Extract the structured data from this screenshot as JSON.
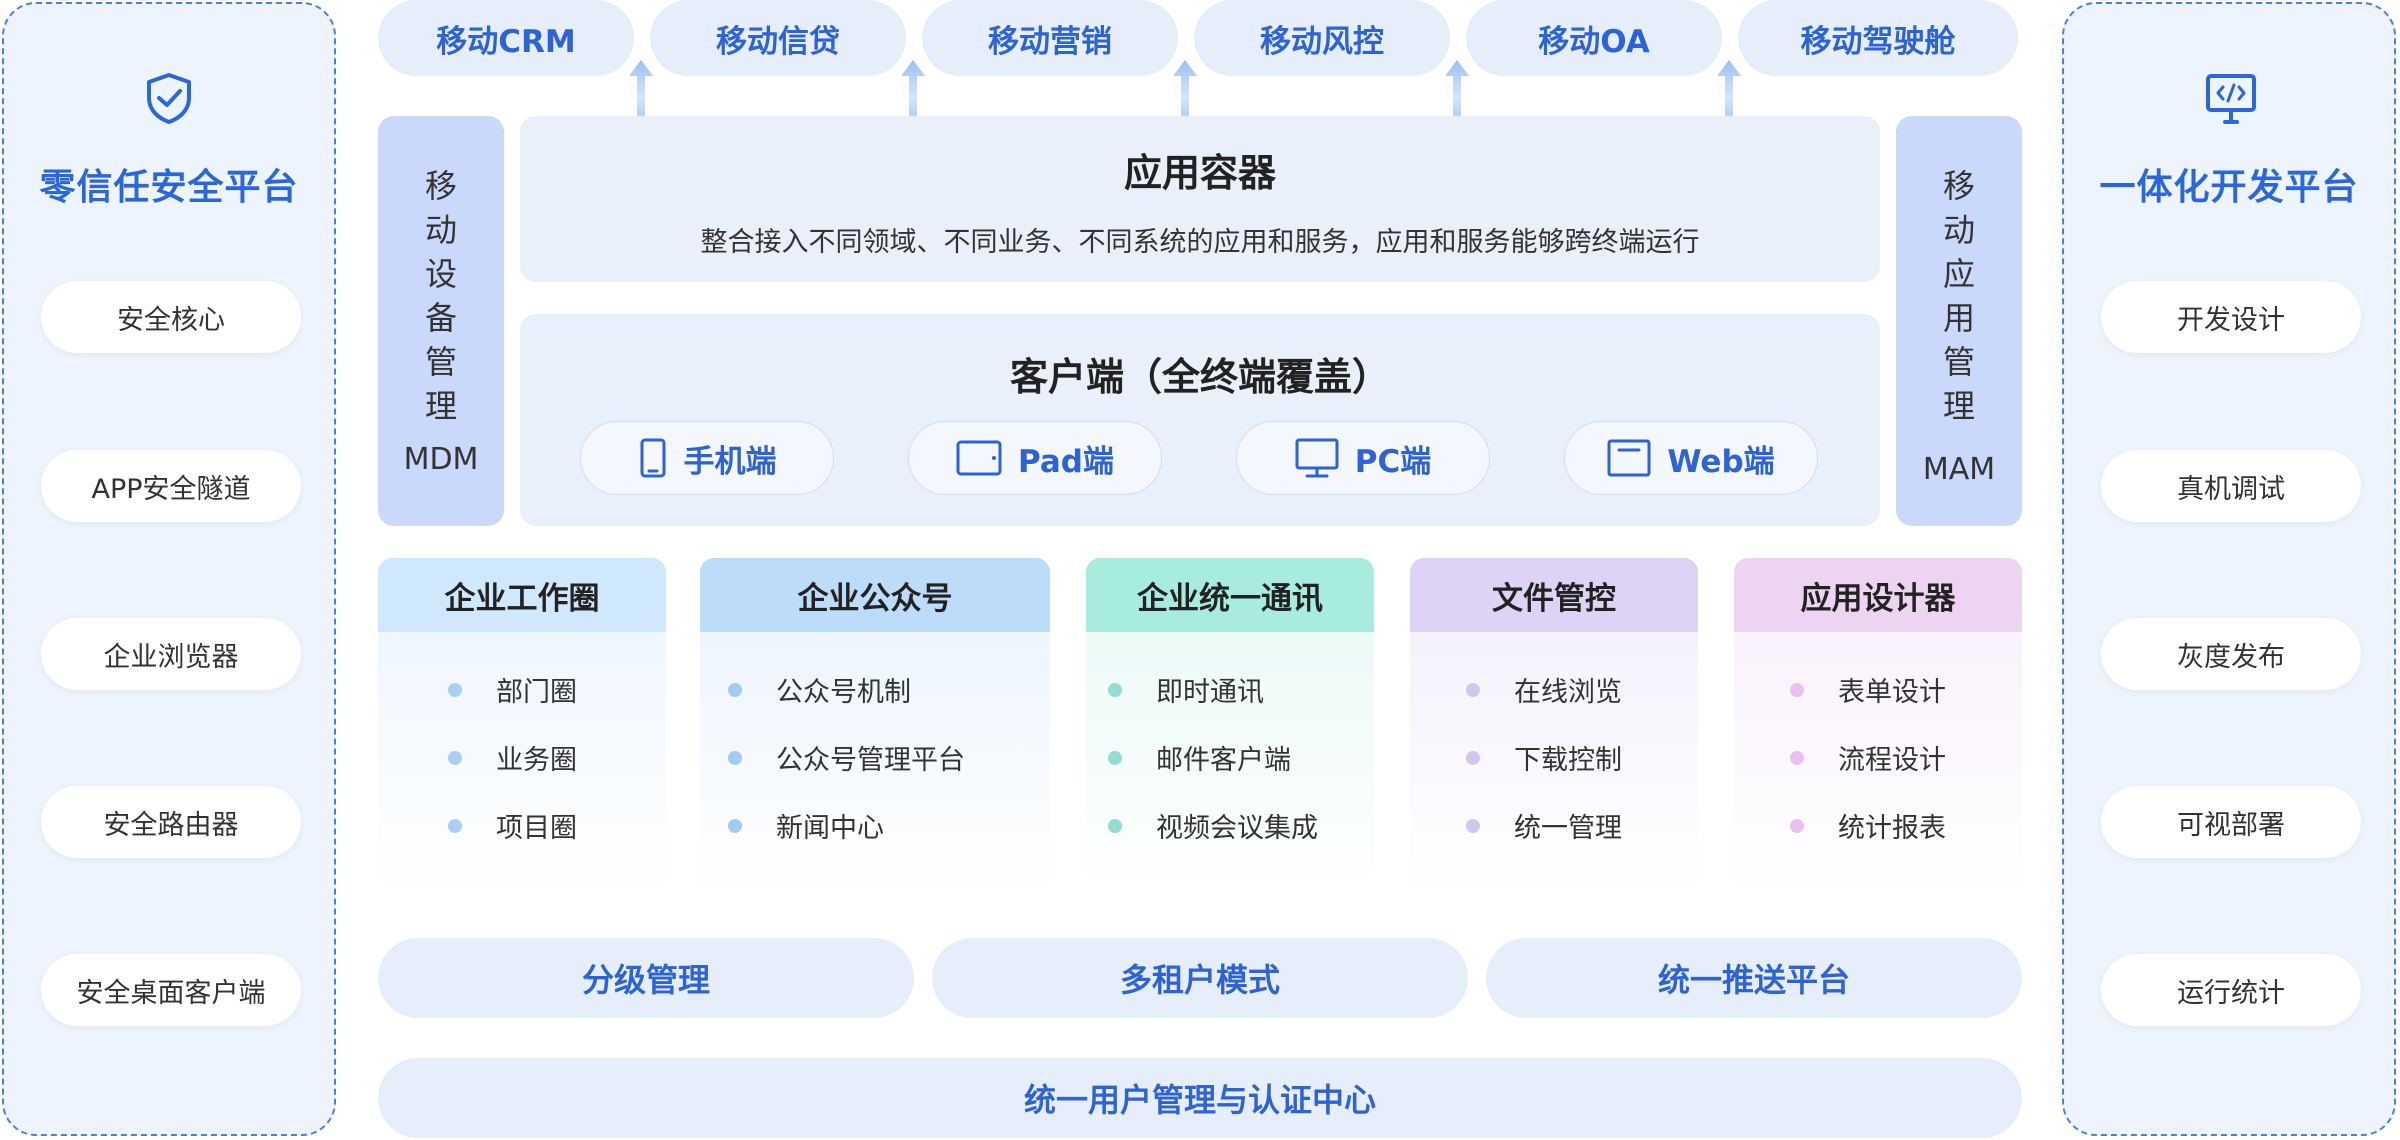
{
  "left_panel": {
    "title": "零信任安全平台",
    "icon": "shield-check-icon",
    "items": [
      "安全核心",
      "APP安全隧道",
      "企业浏览器",
      "安全路由器",
      "安全桌面客户端"
    ]
  },
  "right_panel": {
    "title": "一体化开发平台",
    "icon": "monitor-code-icon",
    "items": [
      "开发设计",
      "真机调试",
      "灰度发布",
      "可视部署",
      "运行统计"
    ]
  },
  "top_apps": [
    "移动CRM",
    "移动信贷",
    "移动营销",
    "移动风控",
    "移动OA",
    "移动驾驶舱"
  ],
  "mdm": {
    "chars": [
      "移",
      "动",
      "设",
      "备",
      "管",
      "理"
    ],
    "abbr": "MDM"
  },
  "mam": {
    "chars": [
      "移",
      "动",
      "应",
      "用",
      "管",
      "理"
    ],
    "abbr": "MAM"
  },
  "container": {
    "title": "应用容器",
    "desc": "整合接入不同领域、不同业务、不同系统的应用和服务，应用和服务能够跨终端运行"
  },
  "client": {
    "title": "客户端（全终端覆盖）",
    "items": [
      {
        "label": "手机端",
        "icon": "phone-icon"
      },
      {
        "label": "Pad端",
        "icon": "tablet-icon"
      },
      {
        "label": "PC端",
        "icon": "desktop-icon"
      },
      {
        "label": "Web端",
        "icon": "browser-window-icon"
      }
    ]
  },
  "categories": [
    {
      "title": "企业工作圈",
      "items": [
        "部门圈",
        "业务圈",
        "项目圈"
      ],
      "head_color": "#cfe8fb",
      "dot_color": "#a9cff1"
    },
    {
      "title": "企业公众号",
      "items": [
        "公众号机制",
        "公众号管理平台",
        "新闻中心"
      ],
      "head_color": "#bcdcfa",
      "dot_color": "#a3caf0"
    },
    {
      "title": "企业统一通讯",
      "items": [
        "即时通讯",
        "邮件客户端",
        "视频会议集成"
      ],
      "head_color": "#a8ece0",
      "dot_color": "#93ddd2"
    },
    {
      "title": "文件管控",
      "items": [
        "在线浏览",
        "下载控制",
        "统一管理"
      ],
      "head_color": "#ded3f4",
      "dot_color": "#d2c6ec"
    },
    {
      "title": "应用设计器",
      "items": [
        "表单设计",
        "流程设计",
        "统计报表"
      ],
      "head_color": "#edd5f2",
      "dot_color": "#eac0f0"
    }
  ],
  "platform_row": [
    "分级管理",
    "多租户模式",
    "统一推送平台"
  ],
  "auth_center": "统一用户管理与认证中心"
}
